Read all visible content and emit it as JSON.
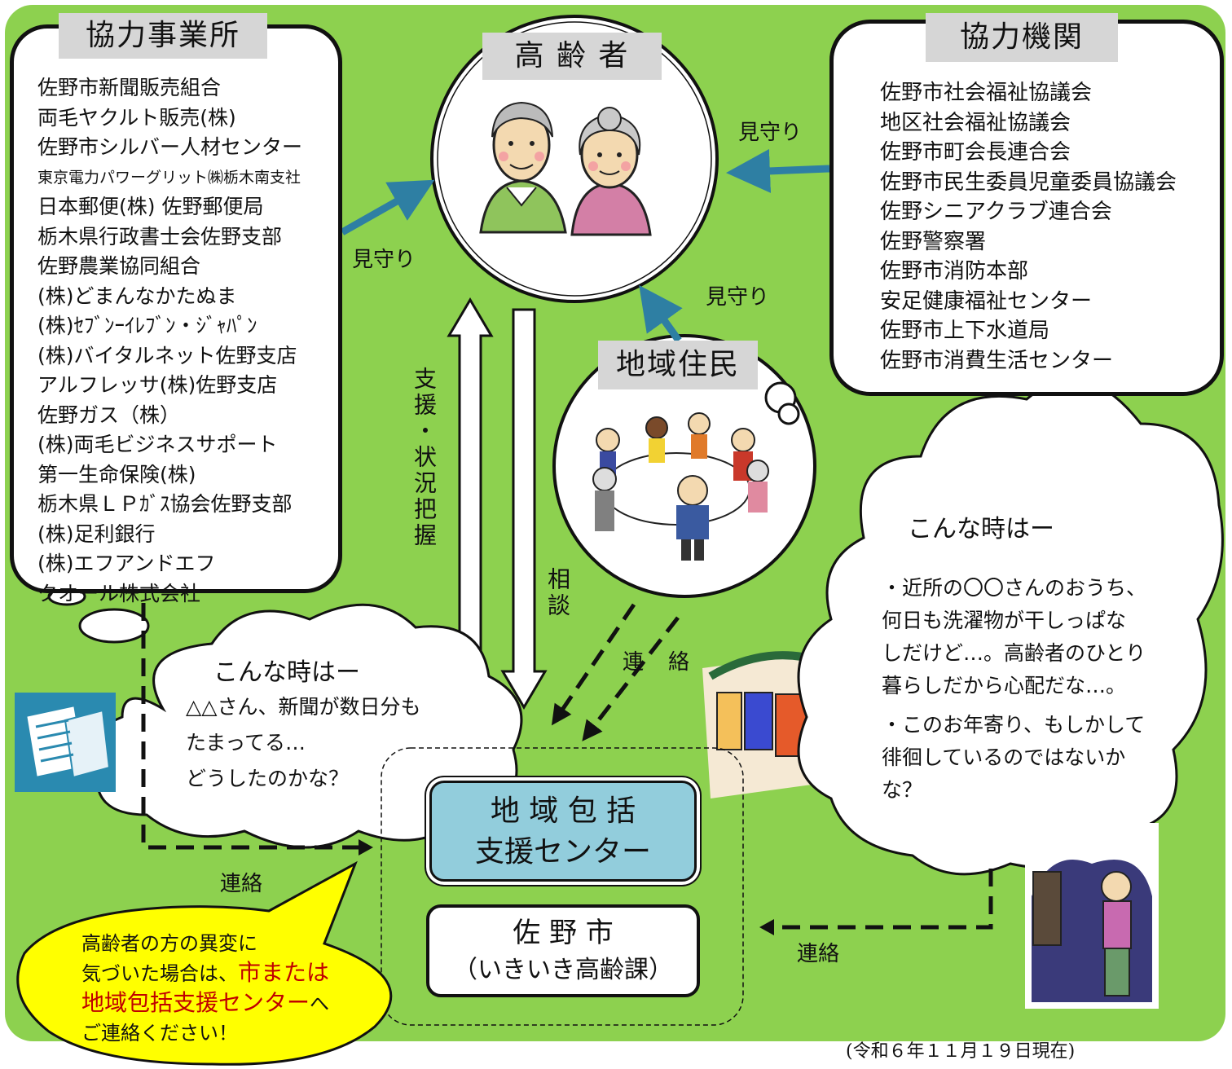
{
  "partners": {
    "title": "協力事業所",
    "items": [
      "佐野市新聞販売組合",
      "両毛ヤクルト販売(株)",
      "佐野市シルバー人材センター",
      "東京電力パワーグリット㈱栃木南支社",
      "日本郵便(株) 佐野郵便局",
      "栃木県行政書士会佐野支部",
      "佐野農業協同組合",
      "(株)どまんなかたぬま",
      "(株)ｾﾌﾞﾝｰｲﾚﾌﾞﾝ・ｼﾞｬﾊﾟﾝ",
      "(株)バイタルネット佐野支店",
      "アルフレッサ(株)佐野支店",
      "佐野ガス（株）",
      "(株)両毛ビジネスサポート",
      "第一生命保険(株)",
      "栃木県ＬＰｶﾞｽ協会佐野支部",
      "(株)足利銀行",
      "(株)エフアンドエフ",
      "クオール株式会社"
    ]
  },
  "agencies": {
    "title": "協力機関",
    "items": [
      "佐野市社会福祉協議会",
      "地区社会福祉協議会",
      "佐野市町会長連合会",
      "佐野市民生委員児童委員協議会",
      "佐野シニアクラブ連合会",
      "佐野警察署",
      "佐野市消防本部",
      "安足健康福祉センター",
      "佐野市上下水道局",
      "佐野市消費生活センター"
    ]
  },
  "elderly": {
    "title": "高 齢 者"
  },
  "residents": {
    "title": "地域住民"
  },
  "labels": {
    "watch_left": "見守り",
    "watch_right": "見守り",
    "watch_bottom": "見守り",
    "support": "支援・状況把握",
    "consult": "相談",
    "contact_mid_1": "連",
    "contact_mid_2": "絡",
    "contact_left": "連絡",
    "contact_right": "連絡"
  },
  "bubble_left": {
    "heading": "こんな時はー",
    "lines": [
      "△△さん、新聞が数日分も",
      "たまってる…",
      "どうしたのかな？"
    ]
  },
  "bubble_right": {
    "heading": "こんな時はー",
    "para1": [
      "・近所の〇〇さんのおうち、",
      "何日も洗濯物が干しっぱな",
      "しだけど…。高齢者のひとり",
      "暮らしだから心配だな…。"
    ],
    "para2": [
      "・このお年寄り、もしかして",
      "徘徊しているのではないか",
      "な？"
    ]
  },
  "center": {
    "line1": "地 域 包 括",
    "line2": "支援センター",
    "city1": "佐 野 市",
    "city2": "（いきいき高齢課）"
  },
  "callout": {
    "line1": "高齢者の方の異変に",
    "line2a": "気づいた場合は、",
    "line2b": "市または",
    "line3a": "地域包括支援センター",
    "line3b": "へ",
    "line4": "ご連絡ください！"
  },
  "date": "(令和６年１１月１９日現在)",
  "colors": {
    "background": "#8dd14f",
    "arrow": "#2e7fa3",
    "center": "#92cddc",
    "callout": "#ffff00",
    "callout_emph": "#c00000",
    "newspaper": "#2a8ab0"
  }
}
